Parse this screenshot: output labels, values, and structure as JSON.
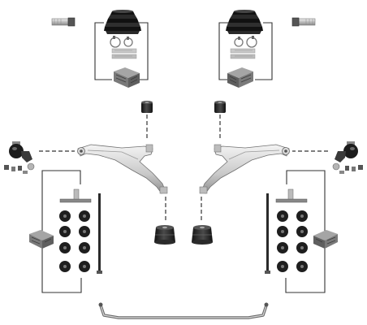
{
  "diagram": {
    "background": "#ffffff",
    "line_color": "#333333",
    "part_dark": "#1e1e1e",
    "part_mid": "#6e6e6e",
    "part_light": "#d4d4d4",
    "kit_sides": [
      "left",
      "right"
    ],
    "components": [
      "threaded-stud",
      "steering-boot",
      "boot-clamp",
      "grease-sachet",
      "grease-pack",
      "arm-bushing",
      "ball-joint",
      "control-arm",
      "rear-mount-bushing",
      "stabilizer-link",
      "rubber-bushing",
      "sway-bar"
    ]
  }
}
